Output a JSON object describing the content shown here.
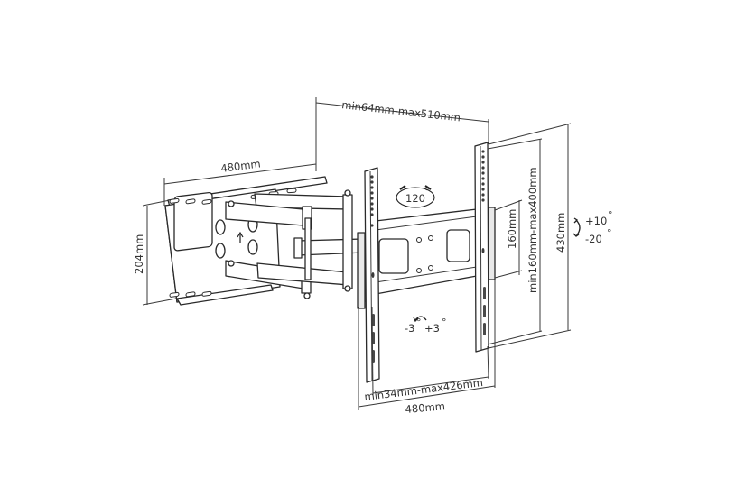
{
  "diagram": {
    "subject": "Full-motion TV wall mount bracket",
    "dimensions": {
      "top_depth": "min64mm-max510mm",
      "wall_plate_width": "480mm",
      "wall_plate_height": "204mm",
      "bottom_vesa_horizontal": "min34mm-max426mm",
      "bottom_total_width": "480mm",
      "arm_height": "160mm",
      "vesa_vertical": "min160mm-max400mm",
      "total_height": "430mm"
    },
    "adjustments": {
      "swivel": "120",
      "swivel_unit": "°",
      "tilt_up": "+10",
      "tilt_down": "-20",
      "tilt_unit": "°",
      "rotation_left": "-3",
      "rotation_right": "+3",
      "rotation_unit": "°"
    },
    "colors": {
      "line": "#2a2a2a",
      "text": "#333333",
      "background": "#ffffff"
    }
  }
}
